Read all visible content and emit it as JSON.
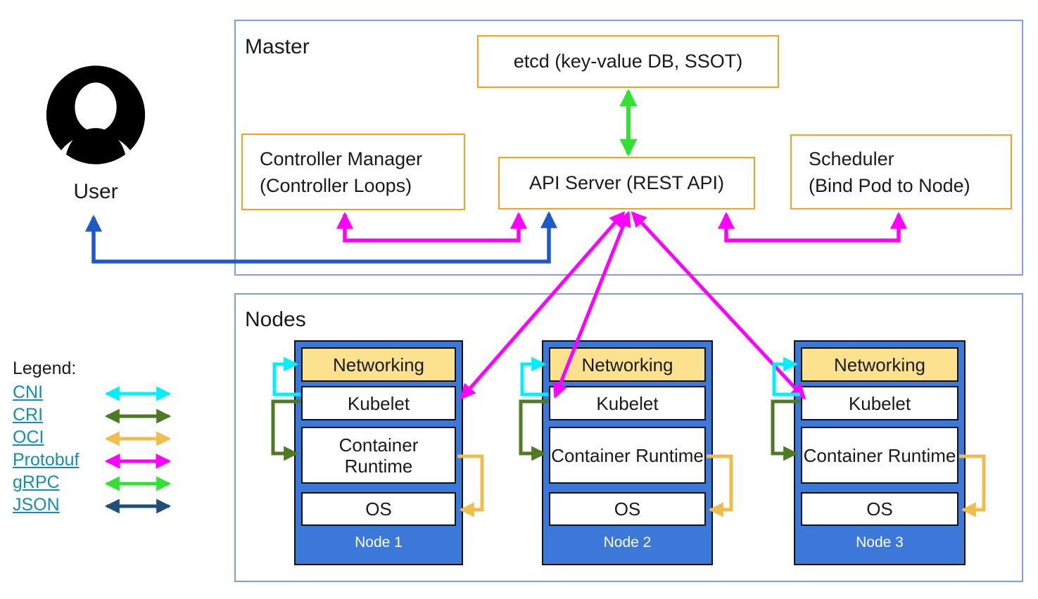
{
  "user": {
    "label": "User"
  },
  "master": {
    "title": "Master",
    "etcd_label": "etcd (key-value DB, SSOT)",
    "controller_manager": {
      "line1": "Controller Manager",
      "line2": "(Controller Loops)"
    },
    "api_server_label": "API Server (REST API)",
    "scheduler": {
      "line1": "Scheduler",
      "line2": "(Bind Pod to Node)"
    }
  },
  "nodes": {
    "title": "Nodes",
    "layers": [
      "Networking",
      "Kubelet",
      "Container Runtime",
      "OS"
    ],
    "items": [
      {
        "name": "Node 1"
      },
      {
        "name": "Node 2"
      },
      {
        "name": "Node 3"
      }
    ]
  },
  "legend": {
    "title": "Legend:",
    "items": [
      {
        "label": "CNI",
        "color": "#00F0FF"
      },
      {
        "label": "CRI",
        "color": "#4E7A23"
      },
      {
        "label": "OCI",
        "color": "#EDBE4B"
      },
      {
        "label": "Protobuf",
        "color": "#FF00FF"
      },
      {
        "label": "gRPC",
        "color": "#32E132"
      },
      {
        "label": "JSON",
        "color": "#1F4E79"
      }
    ]
  },
  "colors": {
    "orange_box_border": "#F9A11C",
    "container_frame_blue": "#7C9FD8",
    "node_fill_blue": "#3C78D8",
    "networking_fill": "#FCE18E",
    "user_api_arrow_blue": "#1D5AC8",
    "protobuf_magenta": "#FF00FF",
    "grpc_green": "#32E132",
    "legend_link_teal": "#148FAA"
  }
}
